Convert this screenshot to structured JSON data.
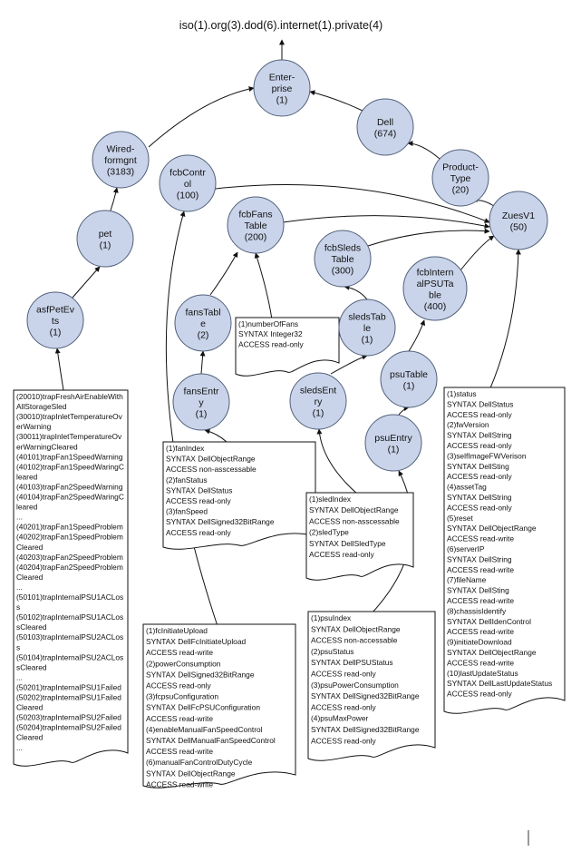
{
  "root_label": "iso(1).org(3).dod(6).internet(1).private(4)",
  "nodes": [
    {
      "id": "enterprise",
      "lines": [
        "Enter-",
        "prise",
        "(1)"
      ]
    },
    {
      "id": "dell",
      "lines": [
        "Dell",
        "(674)"
      ]
    },
    {
      "id": "product-type",
      "lines": [
        "Product-",
        "Type",
        "(20)"
      ]
    },
    {
      "id": "zuesv1",
      "lines": [
        "ZuesV1",
        "(50)"
      ]
    },
    {
      "id": "wired-formgnt",
      "lines": [
        "Wired-",
        "formgnt",
        "(3183)"
      ]
    },
    {
      "id": "pet",
      "lines": [
        "pet",
        "(1)"
      ]
    },
    {
      "id": "asfpetevts",
      "lines": [
        "asfPetEv",
        "ts",
        "(1)"
      ]
    },
    {
      "id": "fcbcontrol",
      "lines": [
        "fcbContr",
        "ol",
        "(100)"
      ]
    },
    {
      "id": "fcbfanstable",
      "lines": [
        "fcbFans",
        "Table",
        "(200)"
      ]
    },
    {
      "id": "fcbsledstable",
      "lines": [
        "fcbSleds",
        "Table",
        "(300)"
      ]
    },
    {
      "id": "fcbinternalpsutable",
      "lines": [
        "fcbIntern",
        "alPSUTa",
        "ble",
        "(400)"
      ]
    },
    {
      "id": "fanstable",
      "lines": [
        "fansTabl",
        "e",
        "(2)"
      ]
    },
    {
      "id": "fansentry",
      "lines": [
        "fansEntr",
        "y",
        "(1)"
      ]
    },
    {
      "id": "sledstable",
      "lines": [
        "sledsTab",
        "le",
        "(1)"
      ]
    },
    {
      "id": "sledsentry",
      "lines": [
        "sledsEnt",
        "ry",
        "(1)"
      ]
    },
    {
      "id": "psutable",
      "lines": [
        "psuTable",
        "(1)"
      ]
    },
    {
      "id": "psuentry",
      "lines": [
        "psuEntry",
        "(1)"
      ]
    }
  ],
  "notes": [
    {
      "id": "traps",
      "lines": [
        "(20010)trapFreshAirEnableWith",
        "AllStorageSled",
        "(30010)trapInletTemperatureOv",
        "erWarning",
        "(30011)trapInletTemperatureOv",
        "erWarningCleared",
        "(40101)trapFan1SpeedWarning",
        "(40102)trapFan1SpeedWaringC",
        "leared",
        "(40103)trapFan2SpeedWarning",
        "(40104)trapFan2SpeedWaringC",
        "leared",
        "...",
        "(40201)trapFan1SpeedProblem",
        "(40202)trapFan1SpeedProblem",
        "Cleared",
        "(40203)trapFan2SpeedProblem",
        "(40204)trapFan2SpeedProblem",
        "Cleared",
        "...",
        "(50101)trapInternalPSU1ACLos",
        "s",
        "(50102)trapInternalPSU1ACLos",
        "sCleared",
        "(50103)trapInternalPSU2ACLos",
        "s",
        "(50104)trapInternalPSU2ACLos",
        "sCleared",
        "...",
        "(50201)trapInternalPSU1Failed",
        "(50202)trapInternalPSU1Failed",
        "Cleared",
        "(50203)trapInternalPSU2Failed",
        "(50204)trapInternalPSU2Failed",
        "Cleared",
        "..."
      ]
    },
    {
      "id": "fcb-control",
      "lines": [
        "(1)fcInitiateUpload",
        "  SYNTAX DellFcInitiateUpload",
        "  ACCESS read-write",
        "(2)powerConsumption",
        "  SYNTAX DellSigned32BitRange",
        "  ACCESS read-only",
        "(3)fcpsuConfiguration",
        "  SYNTAX DellFcPSUConfiguration",
        "  ACCESS read-write",
        "(4)enableManualFanSpeedControl",
        "  SYNTAX DellManualFanSpeedControl",
        "  ACCESS read-write",
        "(6)manualFanControlDutyCycle",
        "  SYNTAX DellObjectRange",
        "  ACCESS read-write"
      ]
    },
    {
      "id": "fcb-fans-table",
      "lines": [
        "(1)numberOfFans",
        "  SYNTAX Integer32",
        "  ACCESS read-only"
      ]
    },
    {
      "id": "fans-entry",
      "lines": [
        "(1)fanIndex",
        "  SYNTAX DellObjectRange",
        "  ACCESS non-asscessable",
        "(2)fanStatus",
        "  SYNTAX DellStatus",
        "  ACCESS read-only",
        "(3)fanSpeed",
        "  SYNTAX DellSigned32BitRange",
        "  ACCESS read-only"
      ]
    },
    {
      "id": "sleds-entry",
      "lines": [
        "(1)sledIndex",
        "  SYNTAX DellObjectRange",
        "  ACCESS non-asscessable",
        "(2)sledType",
        "  SYNTAX DellSledType",
        "  ACCESS read-only"
      ]
    },
    {
      "id": "psu-entry",
      "lines": [
        "(1)psuIndex",
        "  SYNTAX DellObjectRange",
        "  ACCESS non-accessable",
        "(2)psuStatus",
        "  SYNTAX DellPSUStatus",
        "  ACCESS read-only",
        "(3)psuPowerConsumption",
        "  SYNTAX DellSigned32BitRange",
        "  ACCESS read-only",
        "(4)psuMaxPower",
        "  SYNTAX DellSigned32BitRange",
        "  ACCESS read-only"
      ]
    },
    {
      "id": "zuesv1-attrs",
      "lines": [
        "(1)status",
        "  SYNTAX DellStatus",
        "  ACCESS read-only",
        "(2)fwVersion",
        "  SYNTAX DellString",
        "  ACCESS read-only",
        "(3)selfImageFWVerison",
        "  SYNTAX DellSting",
        "  ACCESS read-only",
        "(4)assetTag",
        "  SYNTAX DellString",
        "  ACCESS read-only",
        "(5)reset",
        "  SYNTAX DellObjectRange",
        "  ACCESS read-write",
        "(6)serverIP",
        "  SYNTAX DellString",
        "  ACCESS read-write",
        "(7)fileName",
        "  SYNTAX DellSting",
        "  ACCESS read-write",
        "(8)chassisIdentify",
        "  SYNTAX DellIdenControl",
        "  ACCESS read-write",
        "(9)initiateDownload",
        "  SYNTAX DellObjectRange",
        "  ACCESS read-write",
        "(10)lastUpdateStatus",
        "  SYNTAX DellLastUpdateStatus",
        "  ACCESS read-only"
      ]
    }
  ]
}
